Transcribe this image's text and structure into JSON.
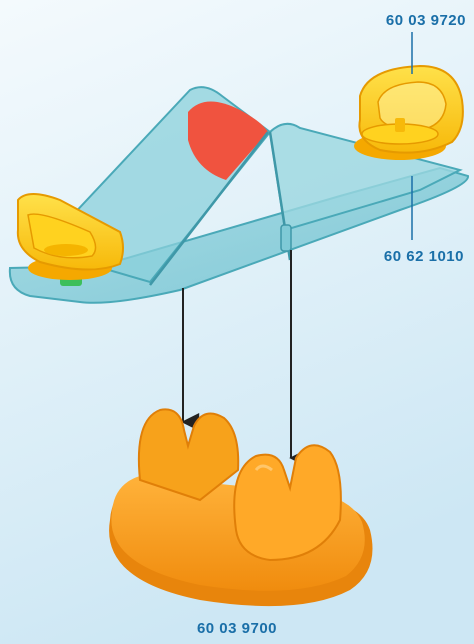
{
  "parts": {
    "seat_number": "60 03 9720",
    "slide_number": "60 62 1010",
    "base_number": "60 03 9700"
  },
  "colors": {
    "background_top": "#eef7fc",
    "background_bottom": "#cfe8f5",
    "label": "#1a6fa8",
    "slide_glass": "#7fcad6",
    "slide_edge": "#4aa9b8",
    "seat": "#ffd21f",
    "seat_shadow": "#f5a800",
    "red_disc": "#f0533f",
    "base": "#f7a21b",
    "base_shadow": "#e8850c",
    "arrow": "#222222",
    "leader_line": "#1a6fa8"
  }
}
